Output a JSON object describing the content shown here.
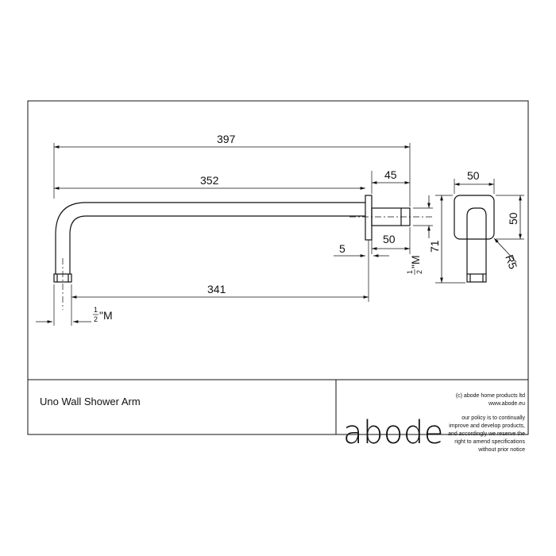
{
  "drawing": {
    "dimensions": {
      "overall_length": "397",
      "arm_length": "352",
      "wall_plate_depth": "45",
      "thread_offset": "5",
      "plate_to_thread": "50",
      "drop_length": "341",
      "outlet_thread_frac": "1",
      "outlet_thread_den": "2",
      "outlet_thread_unit": "\"M",
      "inlet_thread_frac": "1",
      "inlet_thread_den": "2",
      "inlet_thread_unit": "\"M",
      "side_height": "71",
      "plate_width": "50",
      "plate_height": "50",
      "corner_radius": "R5"
    }
  },
  "title_block": {
    "product_name": "Uno Wall Shower Arm",
    "brand": "abode",
    "copyright": "(c) abode home products ltd",
    "website": "www.abode.eu",
    "policy_lines": [
      "our policy is to continually",
      "improve and develop products,",
      "and accordingly we reserve the",
      "right to amend specifications",
      "without prior notice"
    ]
  }
}
